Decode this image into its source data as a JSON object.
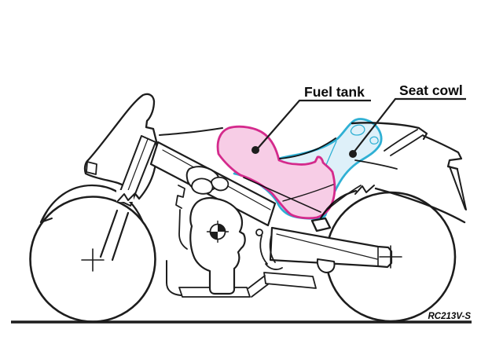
{
  "figure": {
    "callouts": [
      {
        "label": "Fuel tank"
      },
      {
        "label": "Seat cowl"
      }
    ],
    "model_code": "RC213V-S",
    "colors": {
      "line": "#1d1d1d",
      "label_text": "#0a0a0a",
      "tank_stroke": "#d42a8c",
      "tank_fill": "#f7cde6",
      "seat_stroke": "#2fb0d4",
      "seat_fill": "#def0f9"
    }
  }
}
